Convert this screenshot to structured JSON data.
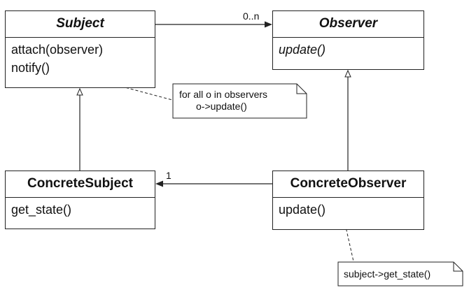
{
  "subject": {
    "name": "Subject",
    "operations": [
      "attach(observer)",
      "notify()"
    ]
  },
  "observer": {
    "name": "Observer",
    "operations": [
      "update()"
    ]
  },
  "concrete_subject": {
    "name": "ConcreteSubject",
    "operations": [
      "get_state()"
    ]
  },
  "concrete_observer": {
    "name": "ConcreteObserver",
    "operations": [
      "update()"
    ]
  },
  "association_top": {
    "multiplicity": "0..n"
  },
  "association_bottom": {
    "multiplicity": "1"
  },
  "notes": {
    "notify_note": [
      "for all o in observers",
      "o->update()"
    ],
    "update_note": [
      "subject->get_state()"
    ]
  },
  "colors": {
    "line": "#222222",
    "background": "#ffffff"
  }
}
